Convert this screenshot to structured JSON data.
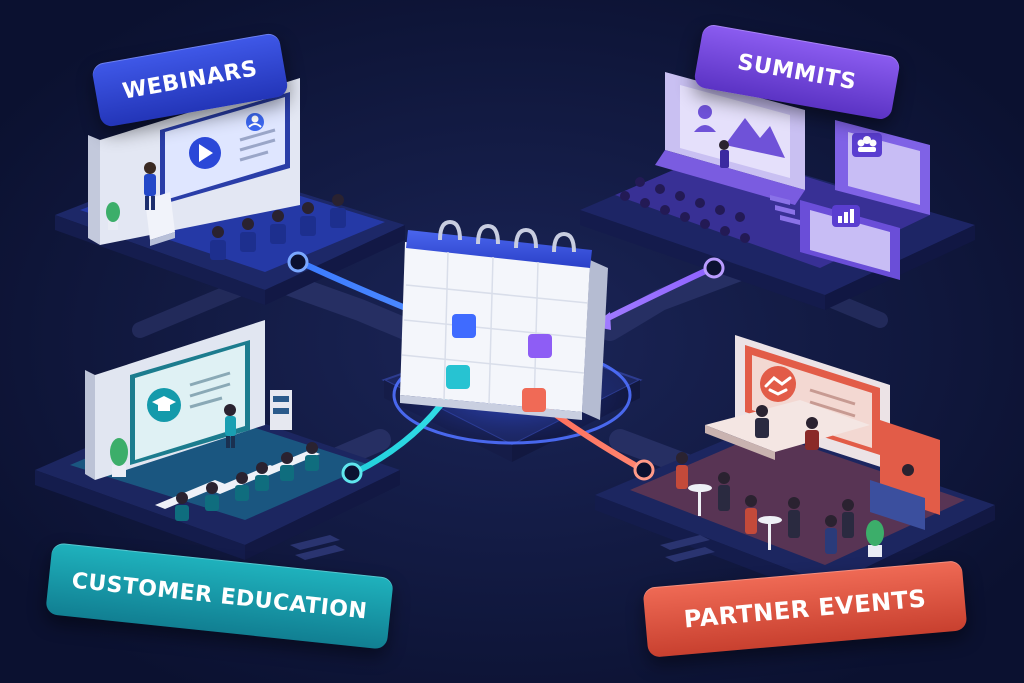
{
  "diagram": {
    "labels": {
      "webinars": "WEBINARS",
      "summits": "SUMMITS",
      "customer_education": "CUSTOMER EDUCATION",
      "partner_events": "PARTNER EVENTS"
    },
    "colors": {
      "background": "#0b1130",
      "webinars": "#3047d8",
      "summits": "#7446e0",
      "customer_education": "#1aa3b5",
      "partner_events": "#e55a45",
      "calendar_header": "#3a55e0"
    },
    "icons": {
      "webinars_screen": "play-icon",
      "webinars_card": "person-icon",
      "summits_screen": "person-mountain-icon",
      "summits_upper_box": "group-icon",
      "summits_lower_box": "bar-chart-icon",
      "education_screen": "graduation-cap-icon",
      "partner_screen": "handshake-icon",
      "center": "calendar-icon"
    }
  }
}
